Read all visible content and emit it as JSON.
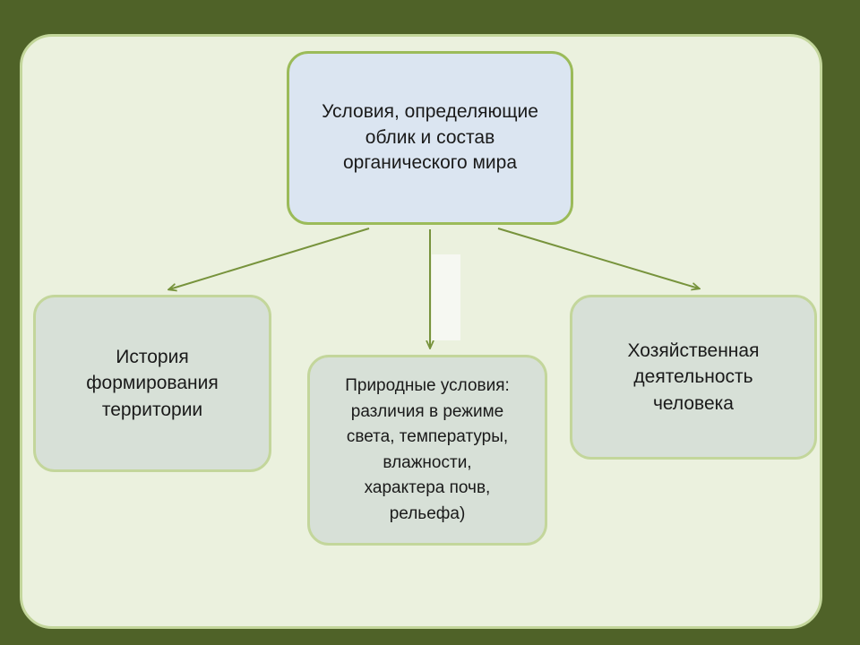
{
  "diagram": {
    "top_box": "Условия, определяющие\nоблик  и состав\nорганического мира",
    "left_box": "История\nформирования\nтерритории",
    "middle_box": "Природные условия:\nразличия в режиме\nсвета, температуры,\nвлажности,\nхарактера почв,\nрельефа)",
    "right_box": "Хозяйственная\nдеятельность\nчеловека"
  },
  "colors": {
    "background": "#4f6228",
    "panel": "#ebf1de",
    "top_box_fill": "#dbe5f1",
    "box_fill": "#d7e0d7",
    "accent": "#9bbb59",
    "arrow": "#77933c"
  }
}
